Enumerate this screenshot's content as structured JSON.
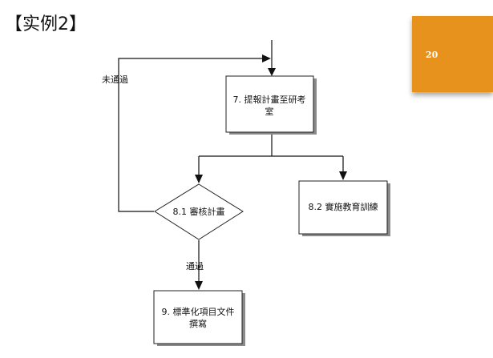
{
  "slide": {
    "title": "【实例2】",
    "page_number": "20",
    "accent_color": "#e8921e"
  },
  "flowchart": {
    "nodes": {
      "submit_plan": {
        "text_line1": "7. 提報計畫至研考",
        "text_line2": "室"
      },
      "review_plan": {
        "text": "8.1 審核計畫"
      },
      "implement_training": {
        "text": "8.2 實施教育訓練"
      },
      "standardize_docs": {
        "text_line1": "9. 標準化項目文件",
        "text_line2": "撰寫"
      }
    },
    "edges": {
      "rejected_label": "未通過",
      "approved_label": "通過"
    }
  }
}
